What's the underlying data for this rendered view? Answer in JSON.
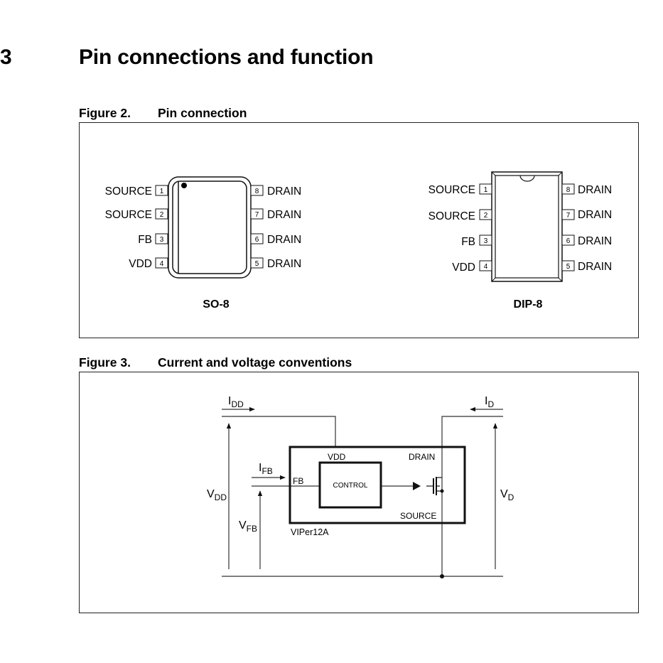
{
  "section": {
    "number": "3",
    "title": "Pin connections and function"
  },
  "figure2": {
    "label": "Figure 2.",
    "caption": "Pin connection",
    "so8": {
      "name": "SO-8",
      "left_pins": [
        {
          "num": "1",
          "label": "SOURCE"
        },
        {
          "num": "2",
          "label": "SOURCE"
        },
        {
          "num": "3",
          "label": "FB"
        },
        {
          "num": "4",
          "label": "VDD"
        }
      ],
      "right_pins": [
        {
          "num": "8",
          "label": "DRAIN"
        },
        {
          "num": "7",
          "label": "DRAIN"
        },
        {
          "num": "6",
          "label": "DRAIN"
        },
        {
          "num": "5",
          "label": "DRAIN"
        }
      ]
    },
    "dip8": {
      "name": "DIP-8",
      "left_pins": [
        {
          "num": "1",
          "label": "SOURCE"
        },
        {
          "num": "2",
          "label": "SOURCE"
        },
        {
          "num": "3",
          "label": "FB"
        },
        {
          "num": "4",
          "label": "VDD"
        }
      ],
      "right_pins": [
        {
          "num": "8",
          "label": "DRAIN"
        },
        {
          "num": "7",
          "label": "DRAIN"
        },
        {
          "num": "6",
          "label": "DRAIN"
        },
        {
          "num": "5",
          "label": "DRAIN"
        }
      ]
    }
  },
  "figure3": {
    "label": "Figure 3.",
    "caption": "Current and voltage conventions",
    "labels": {
      "idd_main": "I",
      "idd_sub": "DD",
      "id_main": "I",
      "id_sub": "D",
      "ifb_main": "I",
      "ifb_sub": "FB",
      "vdd_main": "V",
      "vdd_sub": "DD",
      "vfb_main": "V",
      "vfb_sub": "FB",
      "vd_main": "V",
      "vd_sub": "D",
      "pin_vdd": "VDD",
      "pin_drain": "DRAIN",
      "pin_fb": "FB",
      "pin_source": "SOURCE",
      "control": "CONTROL",
      "device": "VIPer12A"
    }
  }
}
